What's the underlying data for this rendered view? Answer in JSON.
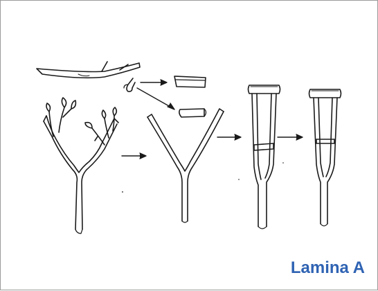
{
  "caption": {
    "text": "Lamina A",
    "color": "#2f63b3"
  },
  "colors": {
    "ink": "#1a1a1a",
    "paper": "#ffffff",
    "frame": "#9a9a9a"
  },
  "diagram": {
    "stages": [
      "raw-branch",
      "trimmed-fork",
      "crutch-with-crossbar",
      "finished-crutch"
    ],
    "parts": [
      "armrest-pad",
      "handgrip"
    ]
  }
}
